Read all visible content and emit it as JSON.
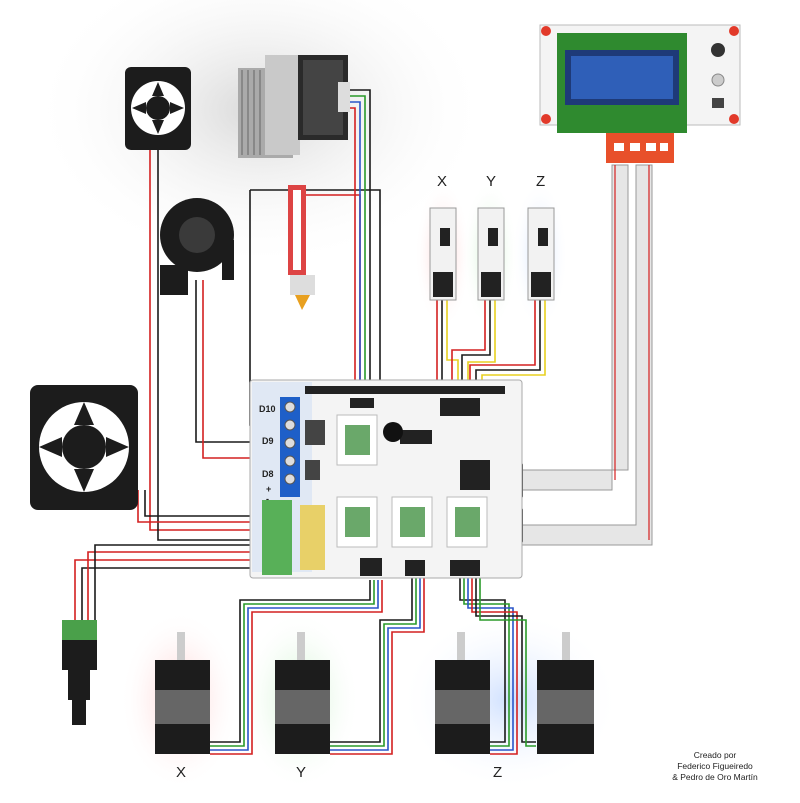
{
  "driver_labels": {
    "x": "X",
    "y": "Y",
    "z": "Z"
  },
  "motor_labels": {
    "x": "X",
    "y": "Y",
    "z": "Z"
  },
  "pin_labels": {
    "d10": "D10",
    "d9": "D9",
    "d8": "D8",
    "plus": "+",
    "minus": "-"
  },
  "credit": {
    "line1": "Creado por",
    "line2": "Federico Figueiredo",
    "line3": "& Pedro de Oro Martín"
  },
  "colors": {
    "red_wire": "#d42020",
    "black_wire": "#1a1a1a",
    "green_wire": "#2a9a2a",
    "blue_wire": "#2a55c8",
    "yellow_wire": "#e8d020",
    "pcb_green": "#2f8a2f",
    "lcd_blue": "#2f5fb8",
    "glow_red": "#ffd6d6",
    "glow_green": "#d6f5d6",
    "glow_blue": "#d6e6ff"
  }
}
